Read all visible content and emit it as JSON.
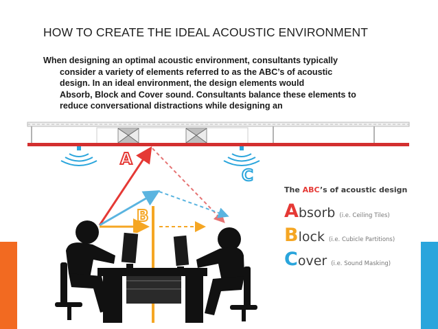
{
  "slide": {
    "title": "HOW TO CREATE THE IDEAL ACOUSTIC ENVIRONMENT",
    "body_lines": [
      "When designing an optimal acoustic environment, consultants typically",
      "consider a variety of elements referred to as the ABC’s of acoustic",
      "design. In an ideal environment, the design elements would",
      "Absorb, Block and Cover sound. Consultants balance these elements to",
      "reduce conversational distractions while designing an"
    ],
    "accent_colors": {
      "left": "#f26a21",
      "right": "#2aa5dc"
    }
  },
  "illustration": {
    "labels": {
      "a": "A",
      "b": "B",
      "c": "C"
    },
    "colors": {
      "absorb": "#e53935",
      "block": "#f5a623",
      "cover": "#2aa5dc",
      "ceiling": "#d32f2f"
    },
    "legend": {
      "title_prefix": "The ",
      "title_abc": "ABC",
      "title_suffix": "’s of acoustic design",
      "items": [
        {
          "letter": "A",
          "rest": "bsorb",
          "note": "(i.e. Ceiling Tiles)"
        },
        {
          "letter": "B",
          "rest": "lock",
          "note": "(i.e. Cubicle Partitions)"
        },
        {
          "letter": "C",
          "rest": "over",
          "note": "(i.e. Sound Masking)"
        }
      ]
    }
  }
}
